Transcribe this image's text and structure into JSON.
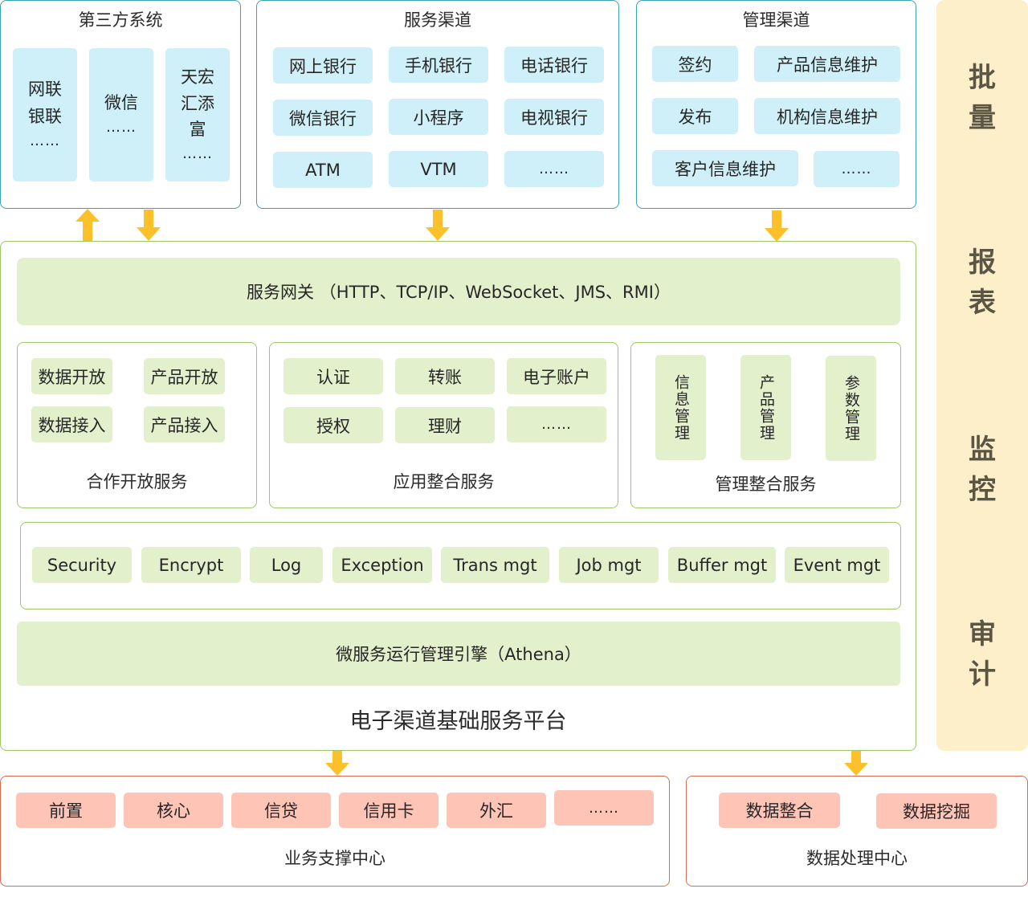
{
  "third_party": {
    "title": "第三方系统",
    "items": [
      {
        "lines": [
          "网联",
          "银联"
        ],
        "more": "……"
      },
      {
        "lines": [
          "微信"
        ],
        "more": "……"
      },
      {
        "lines": [
          "天宏",
          "汇添",
          "富"
        ],
        "more": "……"
      }
    ]
  },
  "service_channels": {
    "title": "服务渠道",
    "items": [
      "网上银行",
      "手机银行",
      "电话银行",
      "微信银行",
      "小程序",
      "电视银行",
      "ATM",
      "VTM",
      "……"
    ]
  },
  "management_channels": {
    "title": "管理渠道",
    "items": [
      "签约",
      "产品信息维护",
      "发布",
      "机构信息维护",
      "客户信息维护",
      "……"
    ]
  },
  "side_bar": {
    "labels": [
      [
        "批",
        "量"
      ],
      [
        "报",
        "表"
      ],
      [
        "监",
        "控"
      ],
      [
        "审",
        "计"
      ]
    ]
  },
  "platform": {
    "title": "电子渠道基础服务平台",
    "gateway": "服务网关 （HTTP、TCP/IP、WebSocket、JMS、RMI）",
    "open_services": {
      "title": "合作开放服务",
      "items": [
        "数据开放",
        "产品开放",
        "数据接入",
        "产品接入"
      ]
    },
    "app_services": {
      "title": "应用整合服务",
      "items": [
        "认证",
        "转账",
        "电子账户",
        "授权",
        "理财",
        "……"
      ]
    },
    "mgmt_services": {
      "title": "管理整合服务",
      "items": [
        "信息管理",
        "产品管理",
        "参数管理"
      ]
    },
    "common_components": [
      "Security",
      "Encrypt",
      "Log",
      "Exception",
      "Trans mgt",
      "Job mgt",
      "Buffer mgt",
      "Event mgt"
    ],
    "engine": "微服务运行管理引擎（Athena）"
  },
  "business_center": {
    "title": "业务支撑中心",
    "items": [
      "前置",
      "核心",
      "信贷",
      "信用卡",
      "外汇",
      "……"
    ]
  },
  "data_center": {
    "title": "数据处理中心",
    "items": [
      "数据整合",
      "数据挖掘"
    ]
  },
  "colors": {
    "blue_border": "#3aa3b3",
    "blue_chip": "#cff0f8",
    "green_border": "#9cc966",
    "green_chip": "#e2f1cc",
    "red_border": "#d86a52",
    "red_chip": "#fec4b6",
    "arrow": "#fcc12a",
    "side_bar": "#fdefc9"
  }
}
